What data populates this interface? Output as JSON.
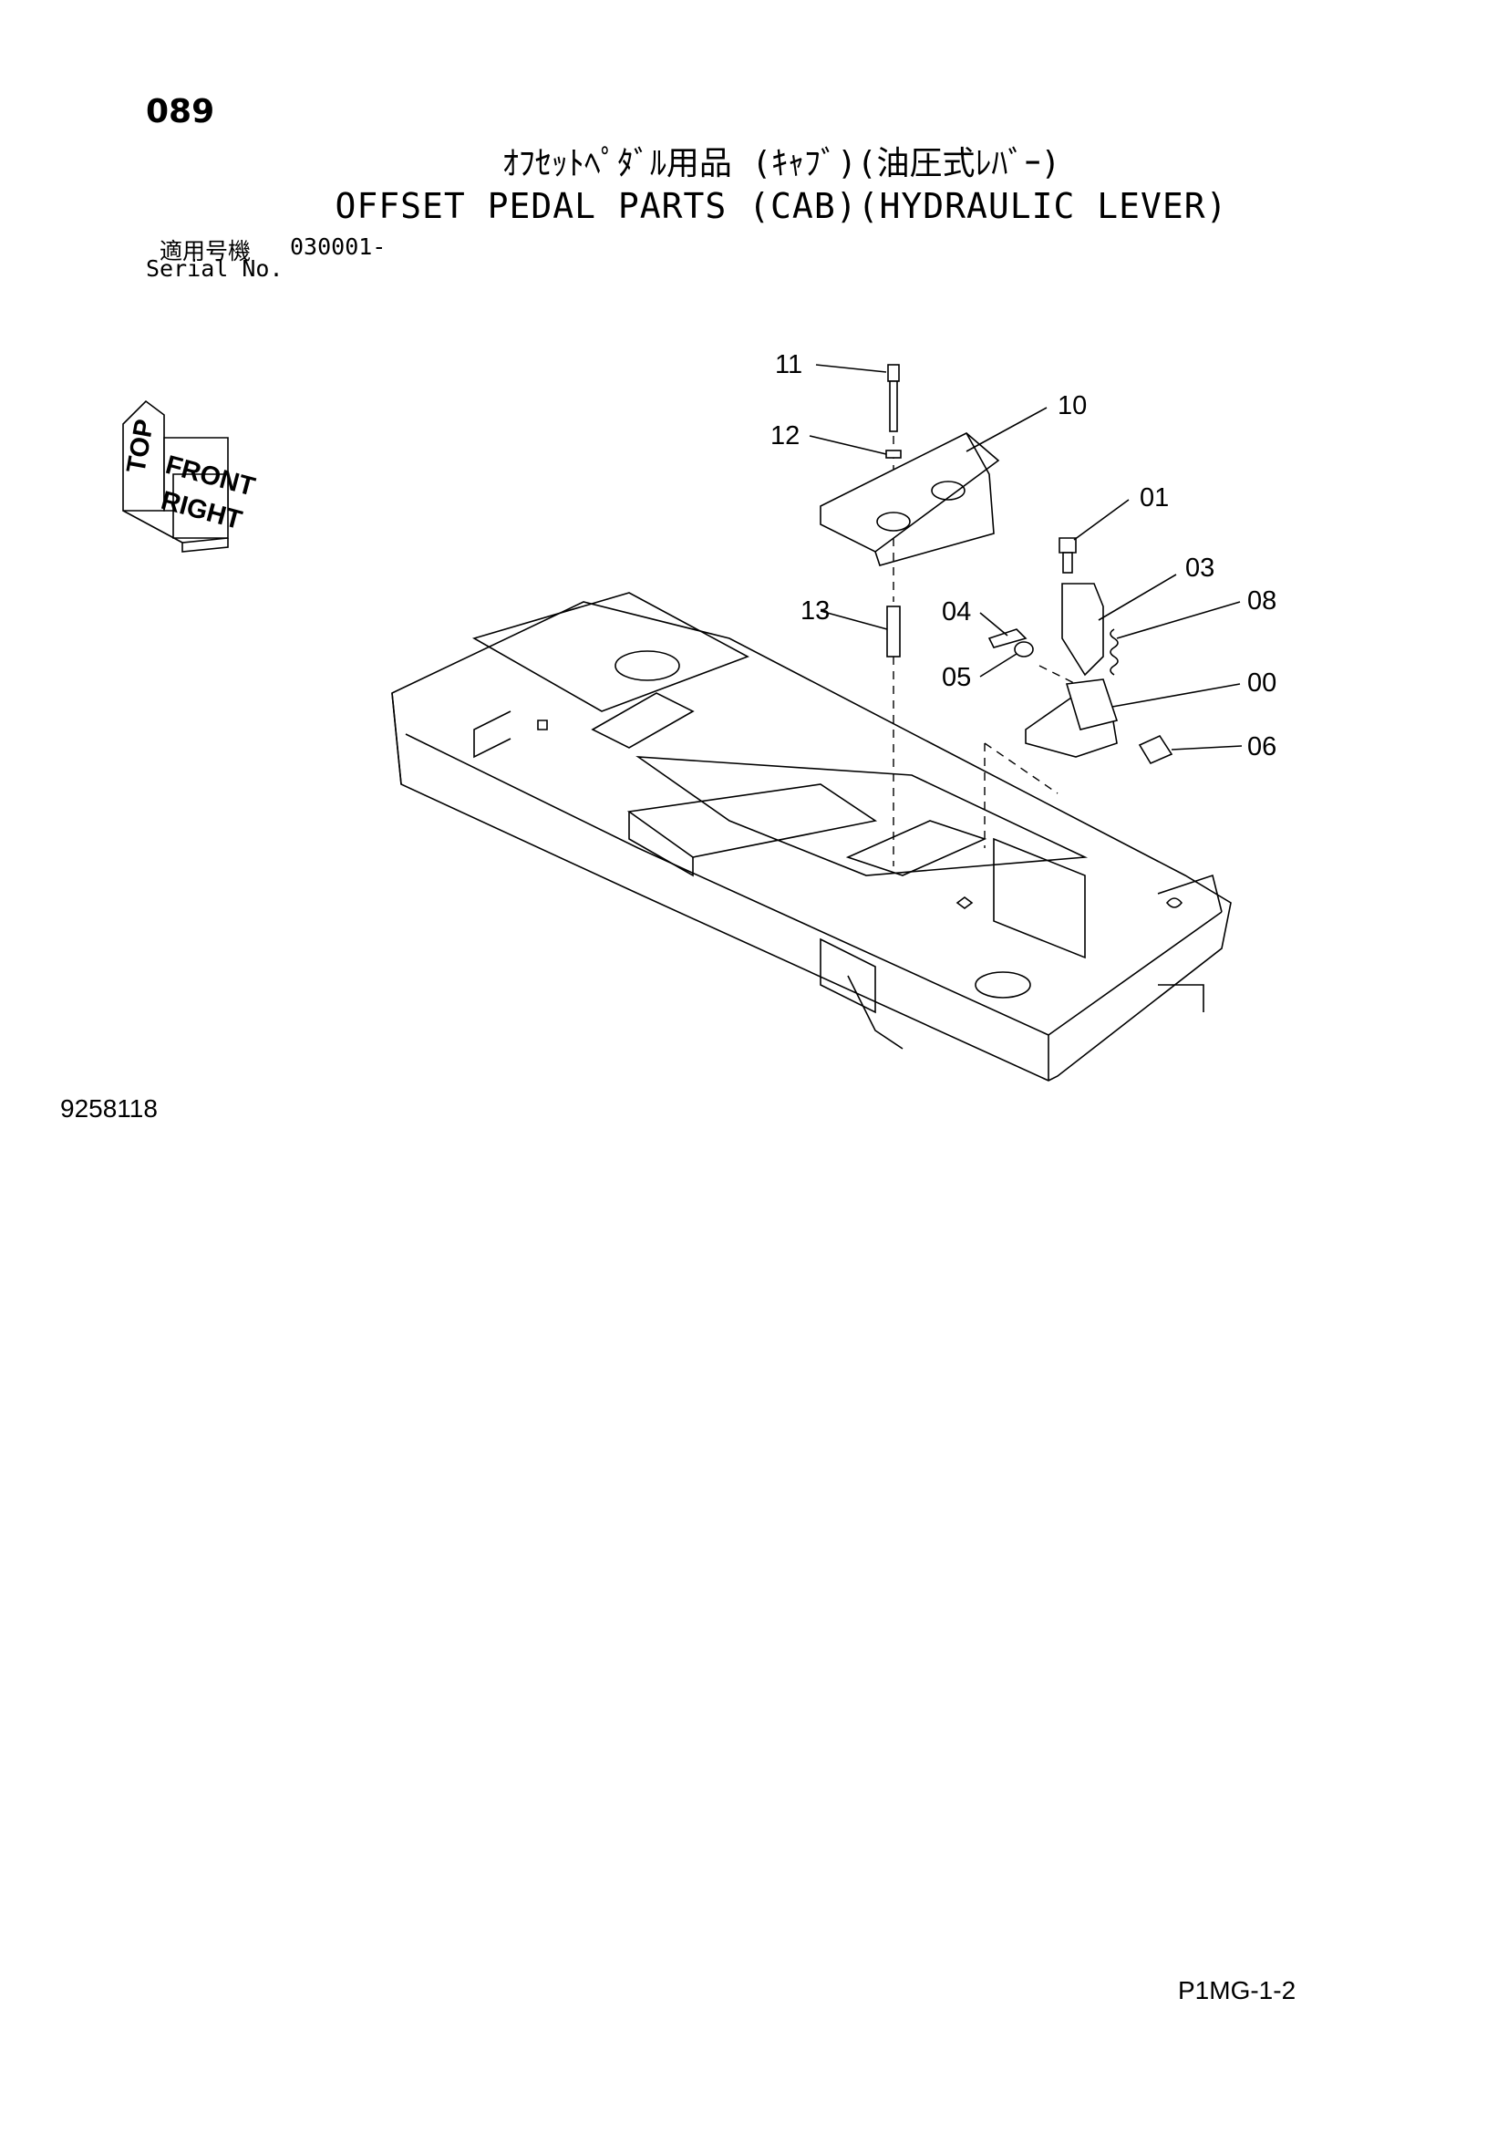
{
  "page": {
    "number": "089"
  },
  "title": {
    "japanese": "ｵﾌｾｯﾄﾍﾟﾀﾞﾙ用品 (ｷｬﾌﾞ)(油圧式ﾚﾊﾞｰ)",
    "english": "OFFSET PEDAL PARTS (CAB)(HYDRAULIC LEVER)"
  },
  "serial": {
    "label_jp": "適用号機",
    "value": "030001-",
    "label_en": "Serial No."
  },
  "orientation": {
    "labels": [
      "TOP",
      "FRONT",
      "RIGHT"
    ]
  },
  "callouts": [
    "11",
    "12",
    "10",
    "01",
    "03",
    "08",
    "13",
    "04",
    "05",
    "00",
    "06"
  ],
  "figure_number": "9258118",
  "footer": {
    "code": "P1MG-1-2"
  }
}
